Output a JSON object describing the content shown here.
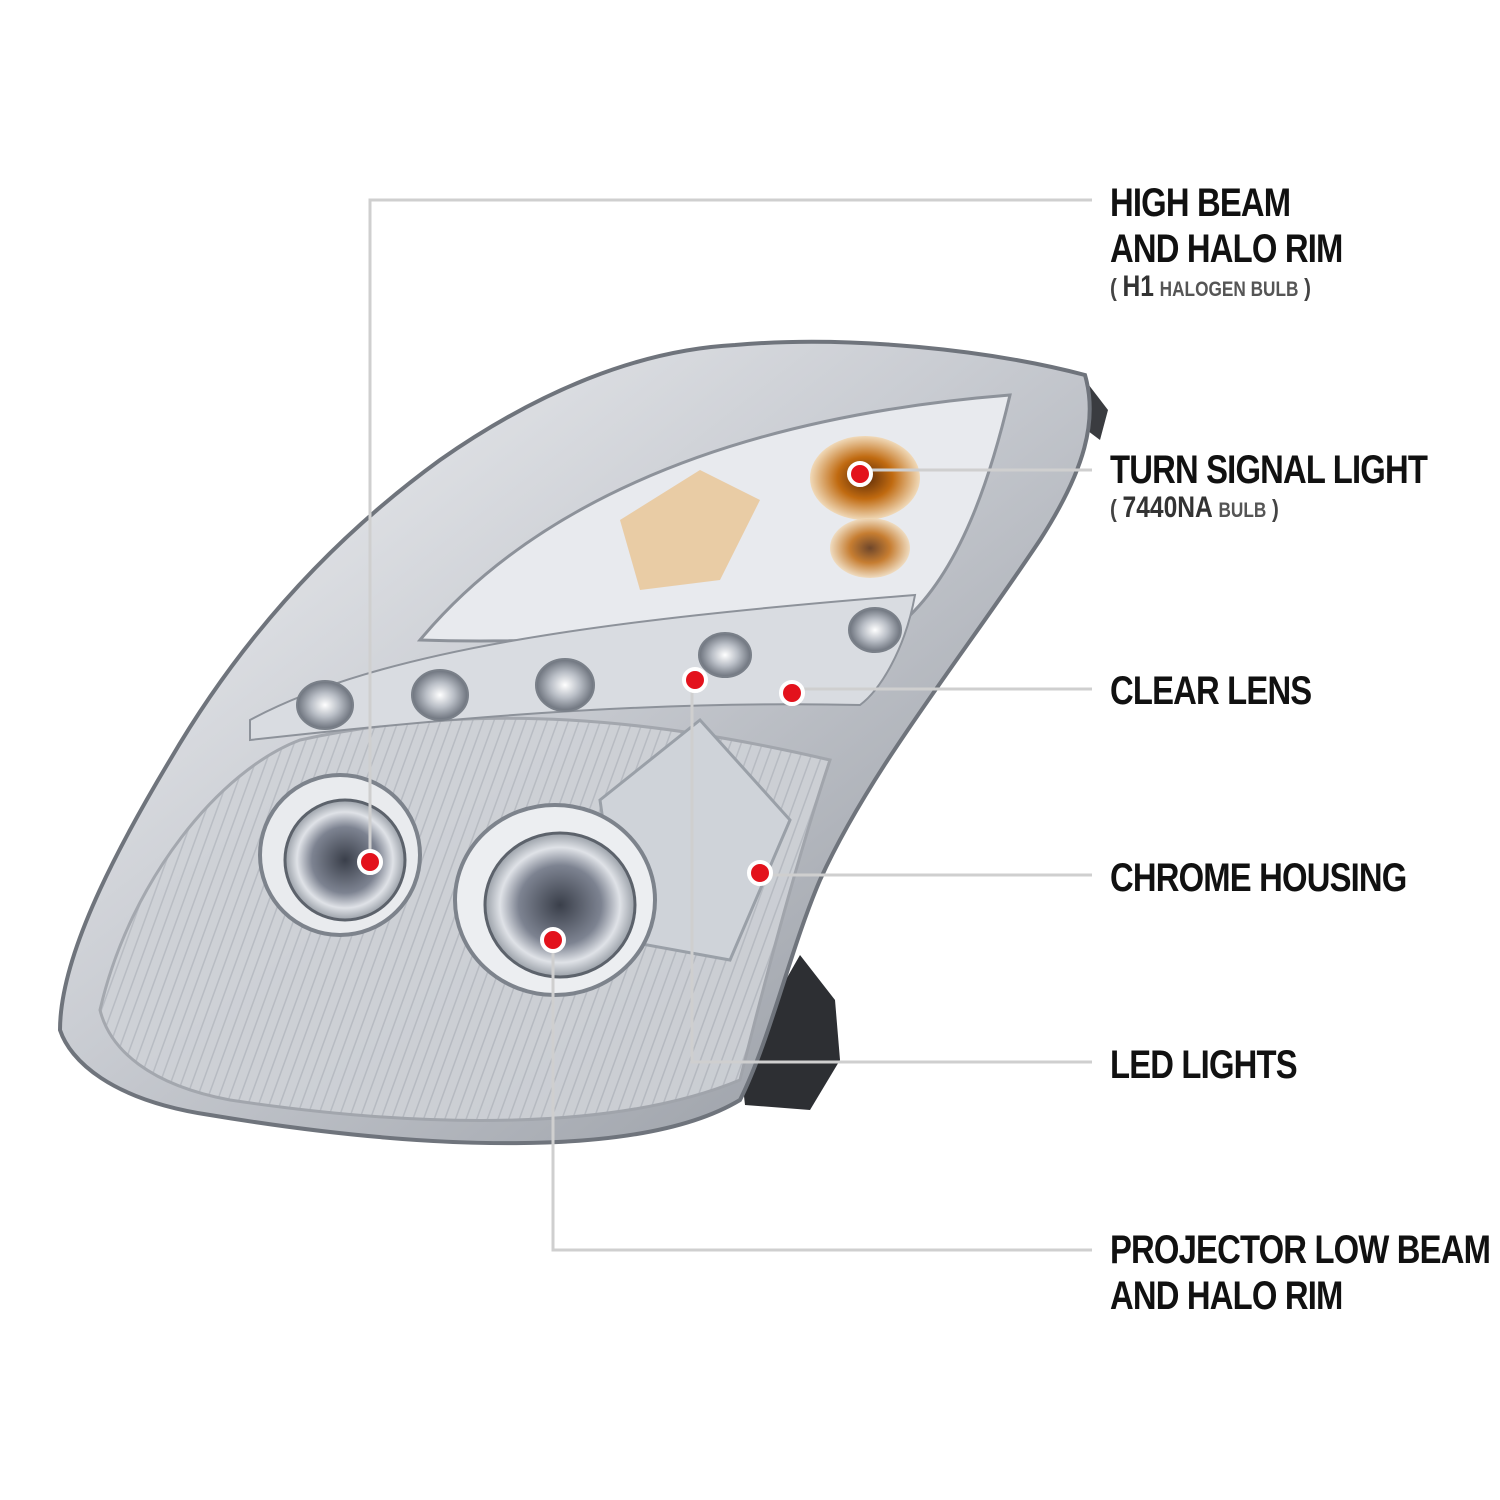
{
  "colors": {
    "marker": "#e3121c",
    "leader_line": "#cfcfcf",
    "text": "#111111"
  },
  "callouts": {
    "high_beam": {
      "line1": "HIGH BEAM",
      "line2": "AND HALO RIM",
      "sub_open": "(",
      "sub_bulb": "H1",
      "sub_desc": "HALOGEN BULB",
      "sub_close": ")"
    },
    "turn_signal": {
      "line1": "TURN SIGNAL LIGHT",
      "sub_open": "(",
      "sub_bulb": "7440NA",
      "sub_desc": "BULB",
      "sub_close": ")"
    },
    "clear_lens": {
      "line1": "CLEAR LENS"
    },
    "chrome_housing": {
      "line1": "CHROME HOUSING"
    },
    "led_lights": {
      "line1": "LED LIGHTS"
    },
    "projector_low_beam": {
      "line1": "PROJECTOR LOW BEAM",
      "line2": "AND HALO RIM"
    }
  }
}
